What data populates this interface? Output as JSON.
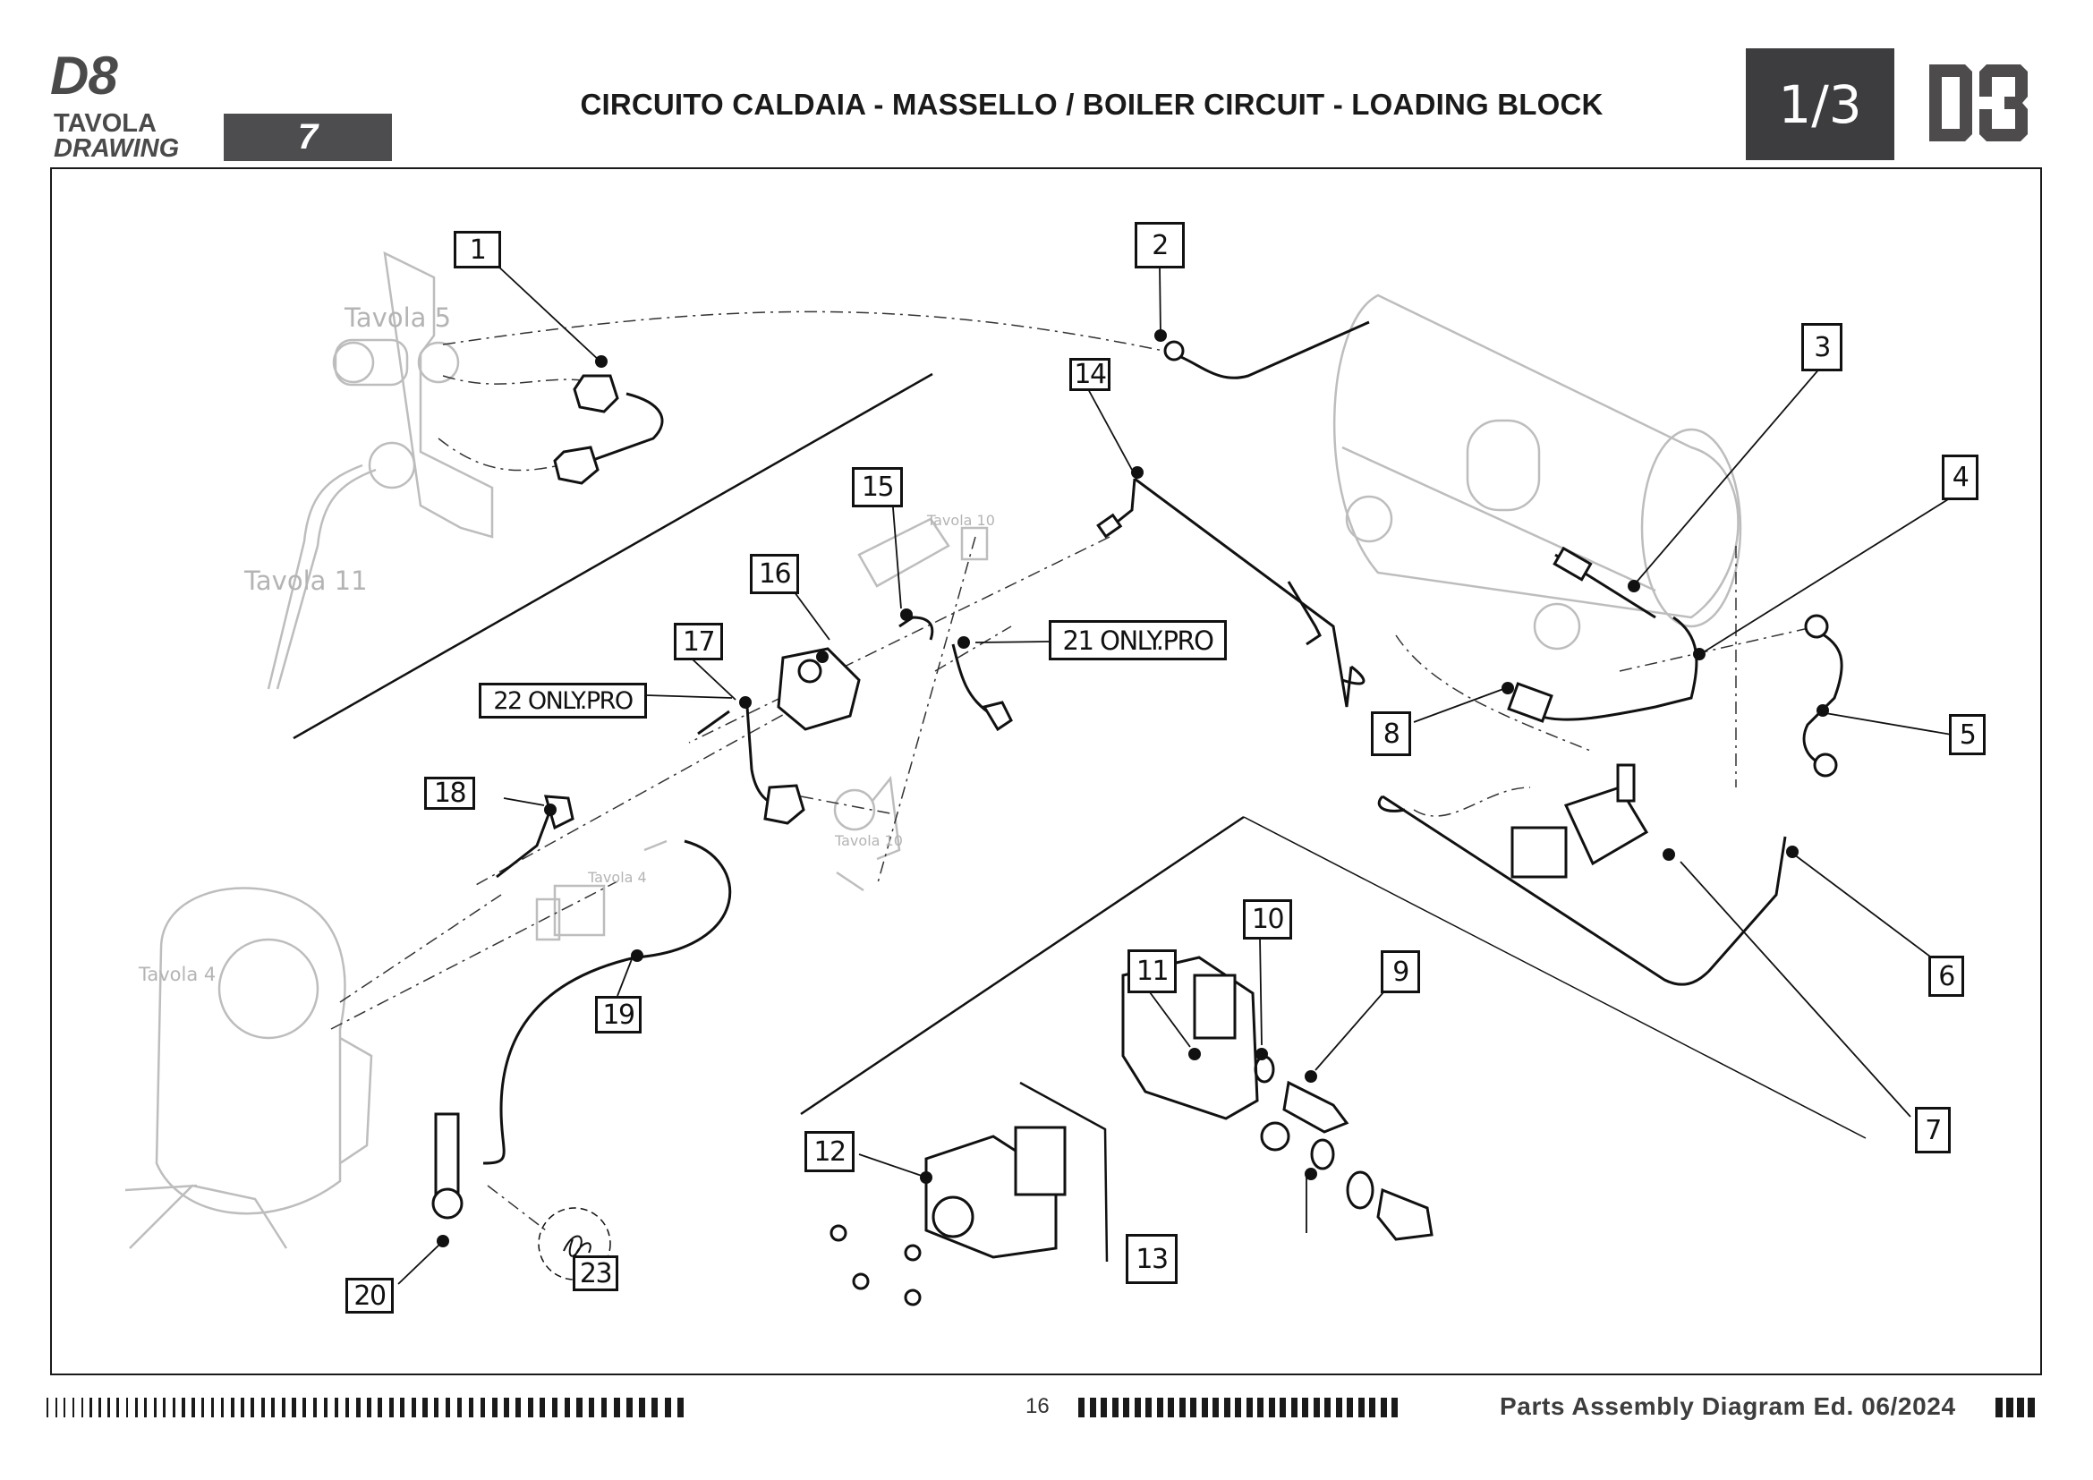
{
  "header": {
    "model": "D8",
    "tavola_label": "TAVOLA",
    "drawing_label": "DRAWING",
    "drawing_number": "7",
    "title": "CIRCUITO CALDAIA - MASSELLO / BOILER CIRCUIT - LOADING BLOCK",
    "page_indicator": "1/3",
    "logo": "D8-logo"
  },
  "reference_labels": [
    {
      "id": "tavola-5",
      "text": "Tavola 5"
    },
    {
      "id": "tavola-11",
      "text": "Tavola 11"
    },
    {
      "id": "tavola-10-top",
      "text": "Tavola 10"
    },
    {
      "id": "tavola-10-bottom",
      "text": "Tavola 10"
    },
    {
      "id": "tavola-4-right",
      "text": "Tavola 4"
    },
    {
      "id": "tavola-4-left",
      "text": "Tavola 4"
    }
  ],
  "callouts": [
    {
      "id": "1",
      "text": "1"
    },
    {
      "id": "2",
      "text": "2"
    },
    {
      "id": "3",
      "text": "3"
    },
    {
      "id": "4",
      "text": "4"
    },
    {
      "id": "5",
      "text": "5"
    },
    {
      "id": "6",
      "text": "6"
    },
    {
      "id": "7",
      "text": "7"
    },
    {
      "id": "8",
      "text": "8"
    },
    {
      "id": "9",
      "text": "9"
    },
    {
      "id": "10",
      "text": "10"
    },
    {
      "id": "11",
      "text": "11"
    },
    {
      "id": "12",
      "text": "12"
    },
    {
      "id": "13",
      "text": "13"
    },
    {
      "id": "14",
      "text": "14"
    },
    {
      "id": "15",
      "text": "15"
    },
    {
      "id": "16",
      "text": "16"
    },
    {
      "id": "17",
      "text": "17"
    },
    {
      "id": "18",
      "text": "18"
    },
    {
      "id": "19",
      "text": "19"
    },
    {
      "id": "20",
      "text": "20"
    },
    {
      "id": "21",
      "text": "21 ONLY.PRO"
    },
    {
      "id": "22",
      "text": "22 ONLY.PRO"
    },
    {
      "id": "23",
      "text": "23"
    }
  ],
  "footer": {
    "page_number": "16",
    "text": "Parts Assembly Diagram Ed. 06/2024"
  }
}
